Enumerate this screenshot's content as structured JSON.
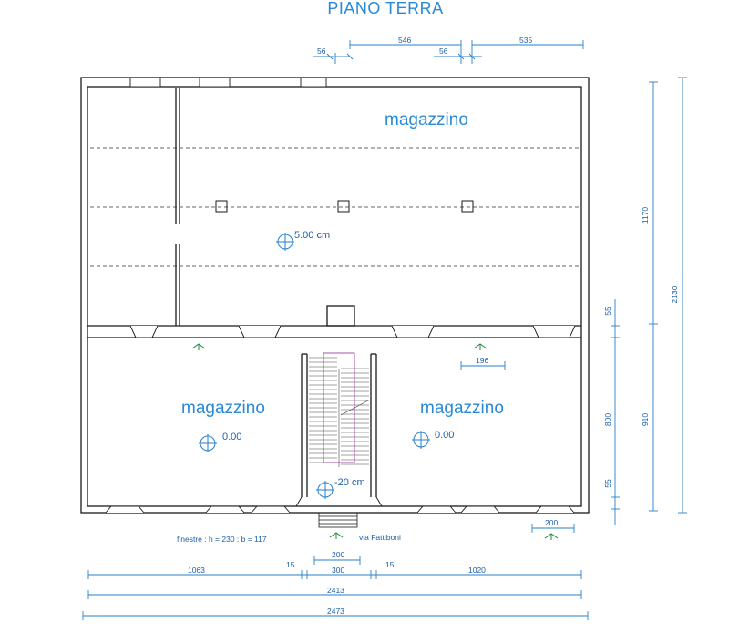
{
  "title": "PIANO TERRA",
  "rooms": {
    "upper": "magazzino",
    "lower_left": "magazzino",
    "lower_right": "magazzino"
  },
  "levels": {
    "upper": "5.00 cm",
    "lower_left": "0.00",
    "lower_right": "0.00",
    "entrance": "-20 cm"
  },
  "notes": {
    "windows": "finestre : h = 230 : b = 117",
    "street": "via Fattiboni"
  },
  "dimensions": {
    "top_56_a": "56",
    "top_546": "546",
    "top_56_b": "56",
    "top_535": "535",
    "right_1170": "1170",
    "right_2130": "2130",
    "right_55_a": "55",
    "right_800": "800",
    "right_910": "910",
    "right_55_b": "55",
    "inner_196": "196",
    "window_200": "200",
    "entrance_200": "200",
    "bottom_1063": "1063",
    "bottom_15_a": "15",
    "bottom_300": "300",
    "bottom_15_b": "15",
    "bottom_1020": "1020",
    "bottom_2413": "2413",
    "bottom_2473": "2473"
  },
  "colors": {
    "dimension": "#2a7fc9",
    "label": "#2a8ad8",
    "walls": "#1a1a1a",
    "arrows": "#1f8a3a"
  }
}
